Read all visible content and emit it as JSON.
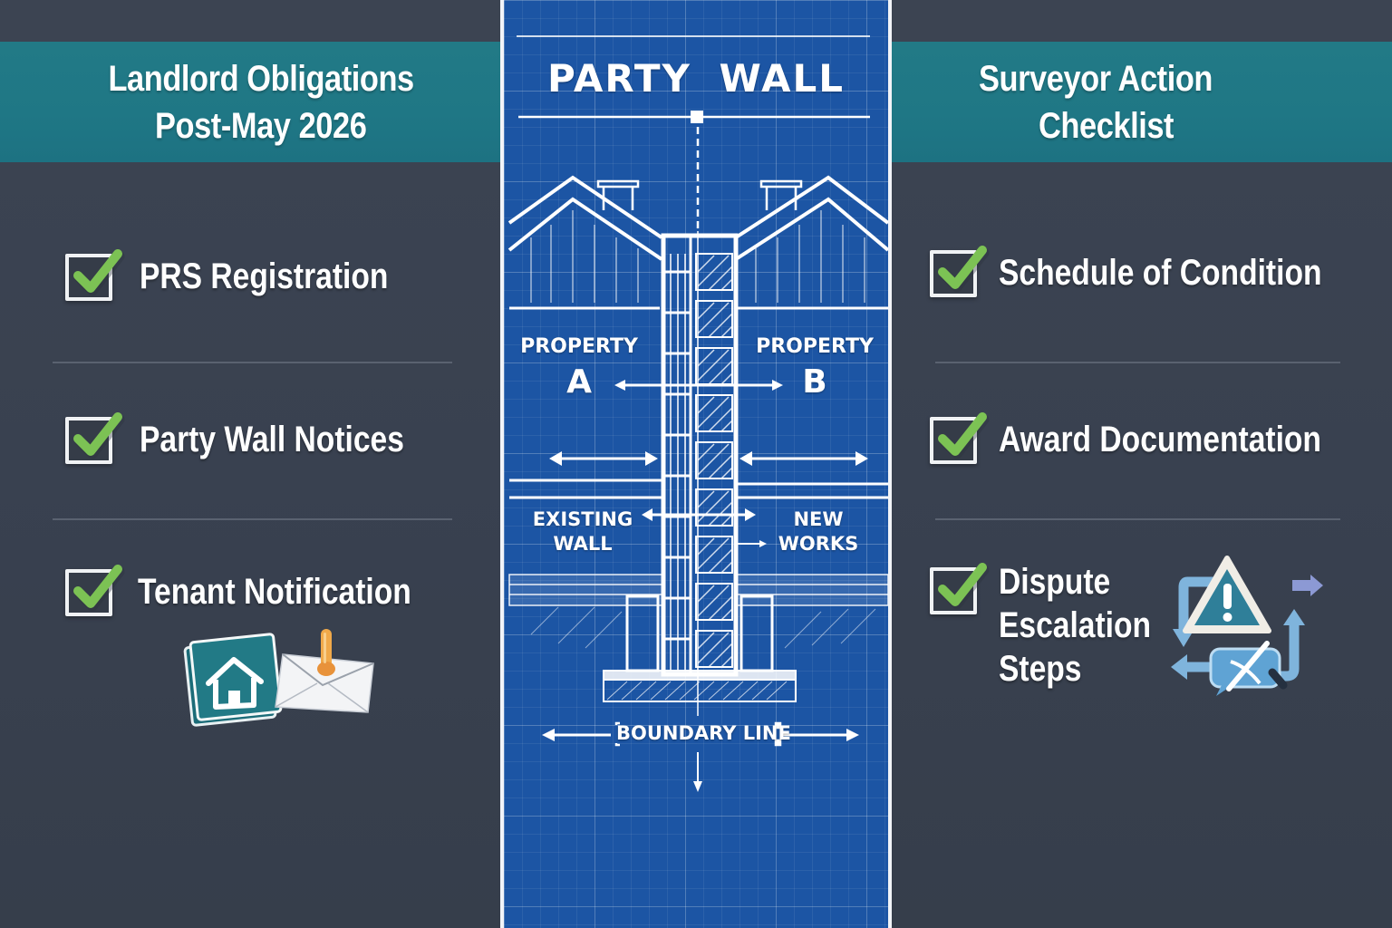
{
  "left_panel": {
    "title_lines": [
      "Landlord Obligations",
      "Post-May 2026"
    ],
    "items": [
      {
        "label": "PRS Registration",
        "checked": true,
        "icon": "checkbox-checked-icon"
      },
      {
        "label": "Party Wall Notices",
        "checked": true,
        "icon": "checkbox-checked-icon"
      },
      {
        "label": "Tenant Notification",
        "checked": true,
        "icon": "checkbox-checked-icon"
      }
    ],
    "illustration": {
      "icons": [
        "house-card-icon",
        "envelope-icon",
        "pin-icon"
      ]
    }
  },
  "center_panel": {
    "title": "PARTY WALL",
    "property_a": {
      "label": "PROPERTY",
      "letter": "A"
    },
    "property_b": {
      "label": "PROPERTY",
      "letter": "B"
    },
    "existing_wall": [
      "EXISTING",
      "WALL"
    ],
    "new_works": [
      "NEW",
      "WORKS"
    ],
    "boundary": "BOUNDARY LINE"
  },
  "right_panel": {
    "title_lines": [
      "Surveyor Action",
      "Checklist"
    ],
    "items": [
      {
        "label": "Schedule of Condition",
        "checked": true,
        "icon": "checkbox-checked-icon"
      },
      {
        "label": "Award Documentation",
        "checked": true,
        "icon": "checkbox-checked-icon"
      },
      {
        "label_lines": [
          "Dispute",
          "Escalation",
          "Steps"
        ],
        "checked": true,
        "icon": "checkbox-checked-icon"
      }
    ],
    "illustration": {
      "icons": [
        "warning-triangle-icon",
        "cycle-arrows-icon",
        "chat-pen-icon"
      ]
    }
  },
  "colors": {
    "panel_bg": "#3a4250",
    "header_teal": "#1f7785",
    "blueprint_blue": "#1c55a4",
    "check_green": "#7cc254",
    "text": "#ffffff"
  }
}
